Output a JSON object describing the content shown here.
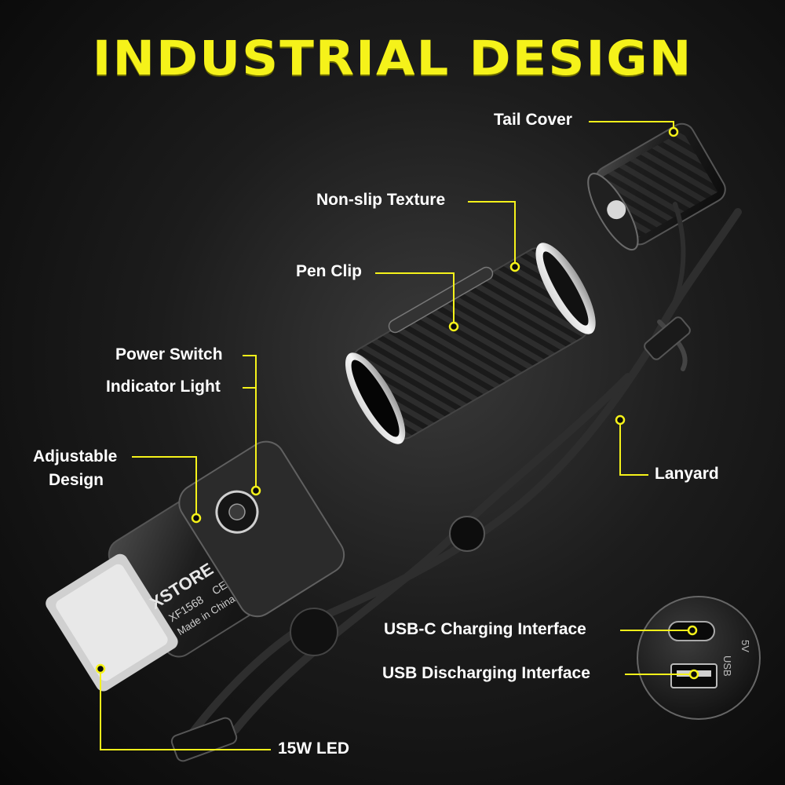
{
  "title": "INDUSTRIAL DESIGN",
  "labels": {
    "tail_cover": "Tail Cover",
    "non_slip_texture": "Non-slip Texture",
    "pen_clip": "Pen Clip",
    "power_switch": "Power Switch",
    "indicator_light": "Indicator Light",
    "adjustable_design_1": "Adjustable",
    "adjustable_design_2": "Design",
    "lanyard": "Lanyard",
    "usb_c": "USB-C Charging Interface",
    "usb_discharging": "USB Discharging Interface",
    "led": "15W LED"
  },
  "product_text": {
    "brand": "XSTORE",
    "model": "XF1568",
    "cert": "CE",
    "origin": "Made in China",
    "port_label": "USB",
    "volt_label": "5V"
  },
  "colors": {
    "accent": "#f5f21a",
    "background": "#0b0b0b",
    "metal": "#2a2a2a"
  }
}
